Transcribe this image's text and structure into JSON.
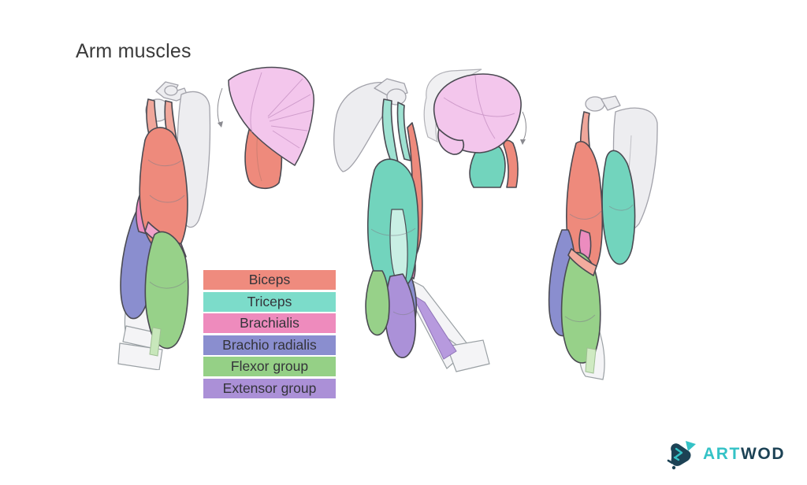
{
  "page": {
    "title": "Arm muscles"
  },
  "legend": {
    "items": [
      {
        "label": "Biceps",
        "color": "#ef8b7e"
      },
      {
        "label": "Triceps",
        "color": "#7cdcca"
      },
      {
        "label": "Brachialis",
        "color": "#ee8bbd"
      },
      {
        "label": "Brachio radialis",
        "color": "#8a8ecf"
      },
      {
        "label": "Flexor group",
        "color": "#95d086"
      },
      {
        "label": "Extensor group",
        "color": "#ab90d7"
      }
    ]
  },
  "logo": {
    "icon": "rocket-brush-icon",
    "name_part1": "ART",
    "name_part2": "WOD",
    "color_part1": "#34c2c6",
    "color_part2": "#1c4255"
  }
}
